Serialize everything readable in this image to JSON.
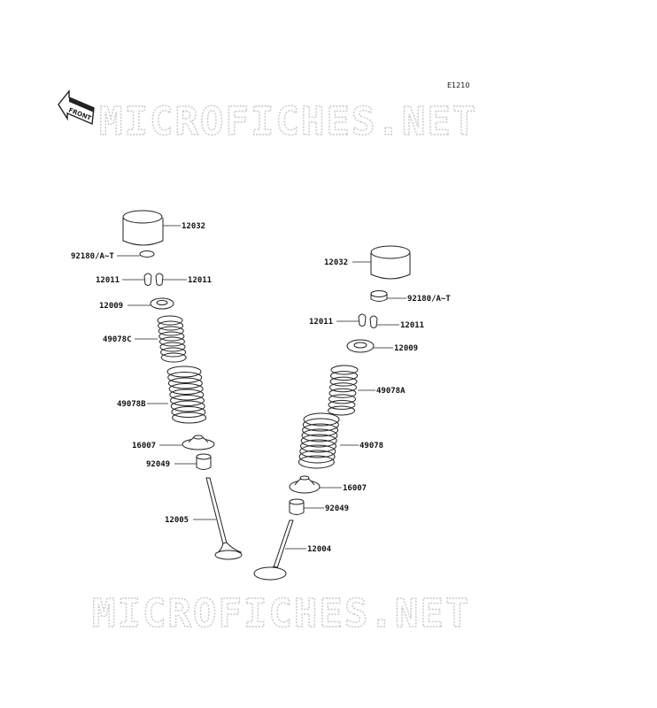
{
  "diagram_code": "E1210",
  "front_badge": "FRONT",
  "watermark_top": "MICROFICHES.NET",
  "watermark_bottom": "MICROFICHES.NET",
  "labels": {
    "l_12032": "12032",
    "l_92180": "92180/A~T",
    "l_12011a": "12011",
    "l_12011b": "12011",
    "l_12009": "12009",
    "l_49078c": "49078C",
    "l_49078b": "49078B",
    "l_16007": "16007",
    "l_92049": "92049",
    "l_12005": "12005",
    "r_12032": "12032",
    "r_92180": "92180/A~T",
    "r_12011a": "12011",
    "r_12011b": "12011",
    "r_12009": "12009",
    "r_49078a": "49078A",
    "r_49078": "49078",
    "r_16007": "16007",
    "r_92049": "92049",
    "r_12004": "12004"
  }
}
